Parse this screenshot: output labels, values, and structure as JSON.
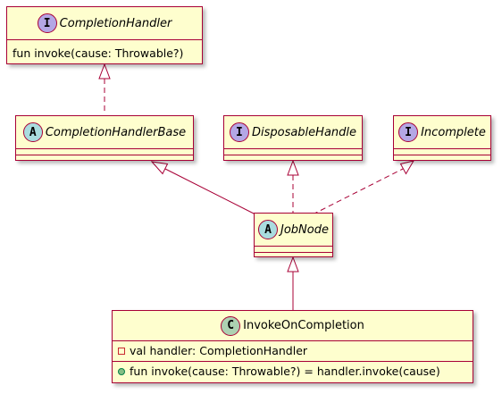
{
  "colors": {
    "class_fill": "#FEFECE",
    "class_border": "#A80036",
    "edge": "#A80036",
    "badge_interface": "#B4A7E5",
    "badge_abstract": "#A9DCDF",
    "badge_class": "#ADD1B2",
    "private_marker": "#C82930",
    "public_marker": "#84BE84"
  },
  "classes": {
    "completion_handler": {
      "stereotype_letter": "I",
      "name": "CompletionHandler",
      "kind": "interface",
      "methods": [
        "fun invoke(cause: Throwable?)"
      ]
    },
    "completion_handler_base": {
      "stereotype_letter": "A",
      "name": "CompletionHandlerBase",
      "kind": "abstract"
    },
    "disposable_handle": {
      "stereotype_letter": "I",
      "name": "DisposableHandle",
      "kind": "interface"
    },
    "incomplete": {
      "stereotype_letter": "I",
      "name": "Incomplete",
      "kind": "interface"
    },
    "job_node": {
      "stereotype_letter": "A",
      "name": "JobNode",
      "kind": "abstract"
    },
    "invoke_on_completion": {
      "stereotype_letter": "C",
      "name": "InvokeOnCompletion",
      "kind": "class",
      "fields": [
        {
          "visibility": "private",
          "text": "val handler: CompletionHandler"
        }
      ],
      "methods": [
        {
          "visibility": "public",
          "text": "fun invoke(cause: Throwable?) = handler.invoke(cause)"
        }
      ]
    }
  },
  "relations": [
    {
      "from": "completion_handler_base",
      "to": "completion_handler",
      "type": "realization"
    },
    {
      "from": "job_node",
      "to": "completion_handler_base",
      "type": "generalization"
    },
    {
      "from": "job_node",
      "to": "disposable_handle",
      "type": "realization"
    },
    {
      "from": "job_node",
      "to": "incomplete",
      "type": "realization"
    },
    {
      "from": "invoke_on_completion",
      "to": "job_node",
      "type": "generalization"
    }
  ]
}
